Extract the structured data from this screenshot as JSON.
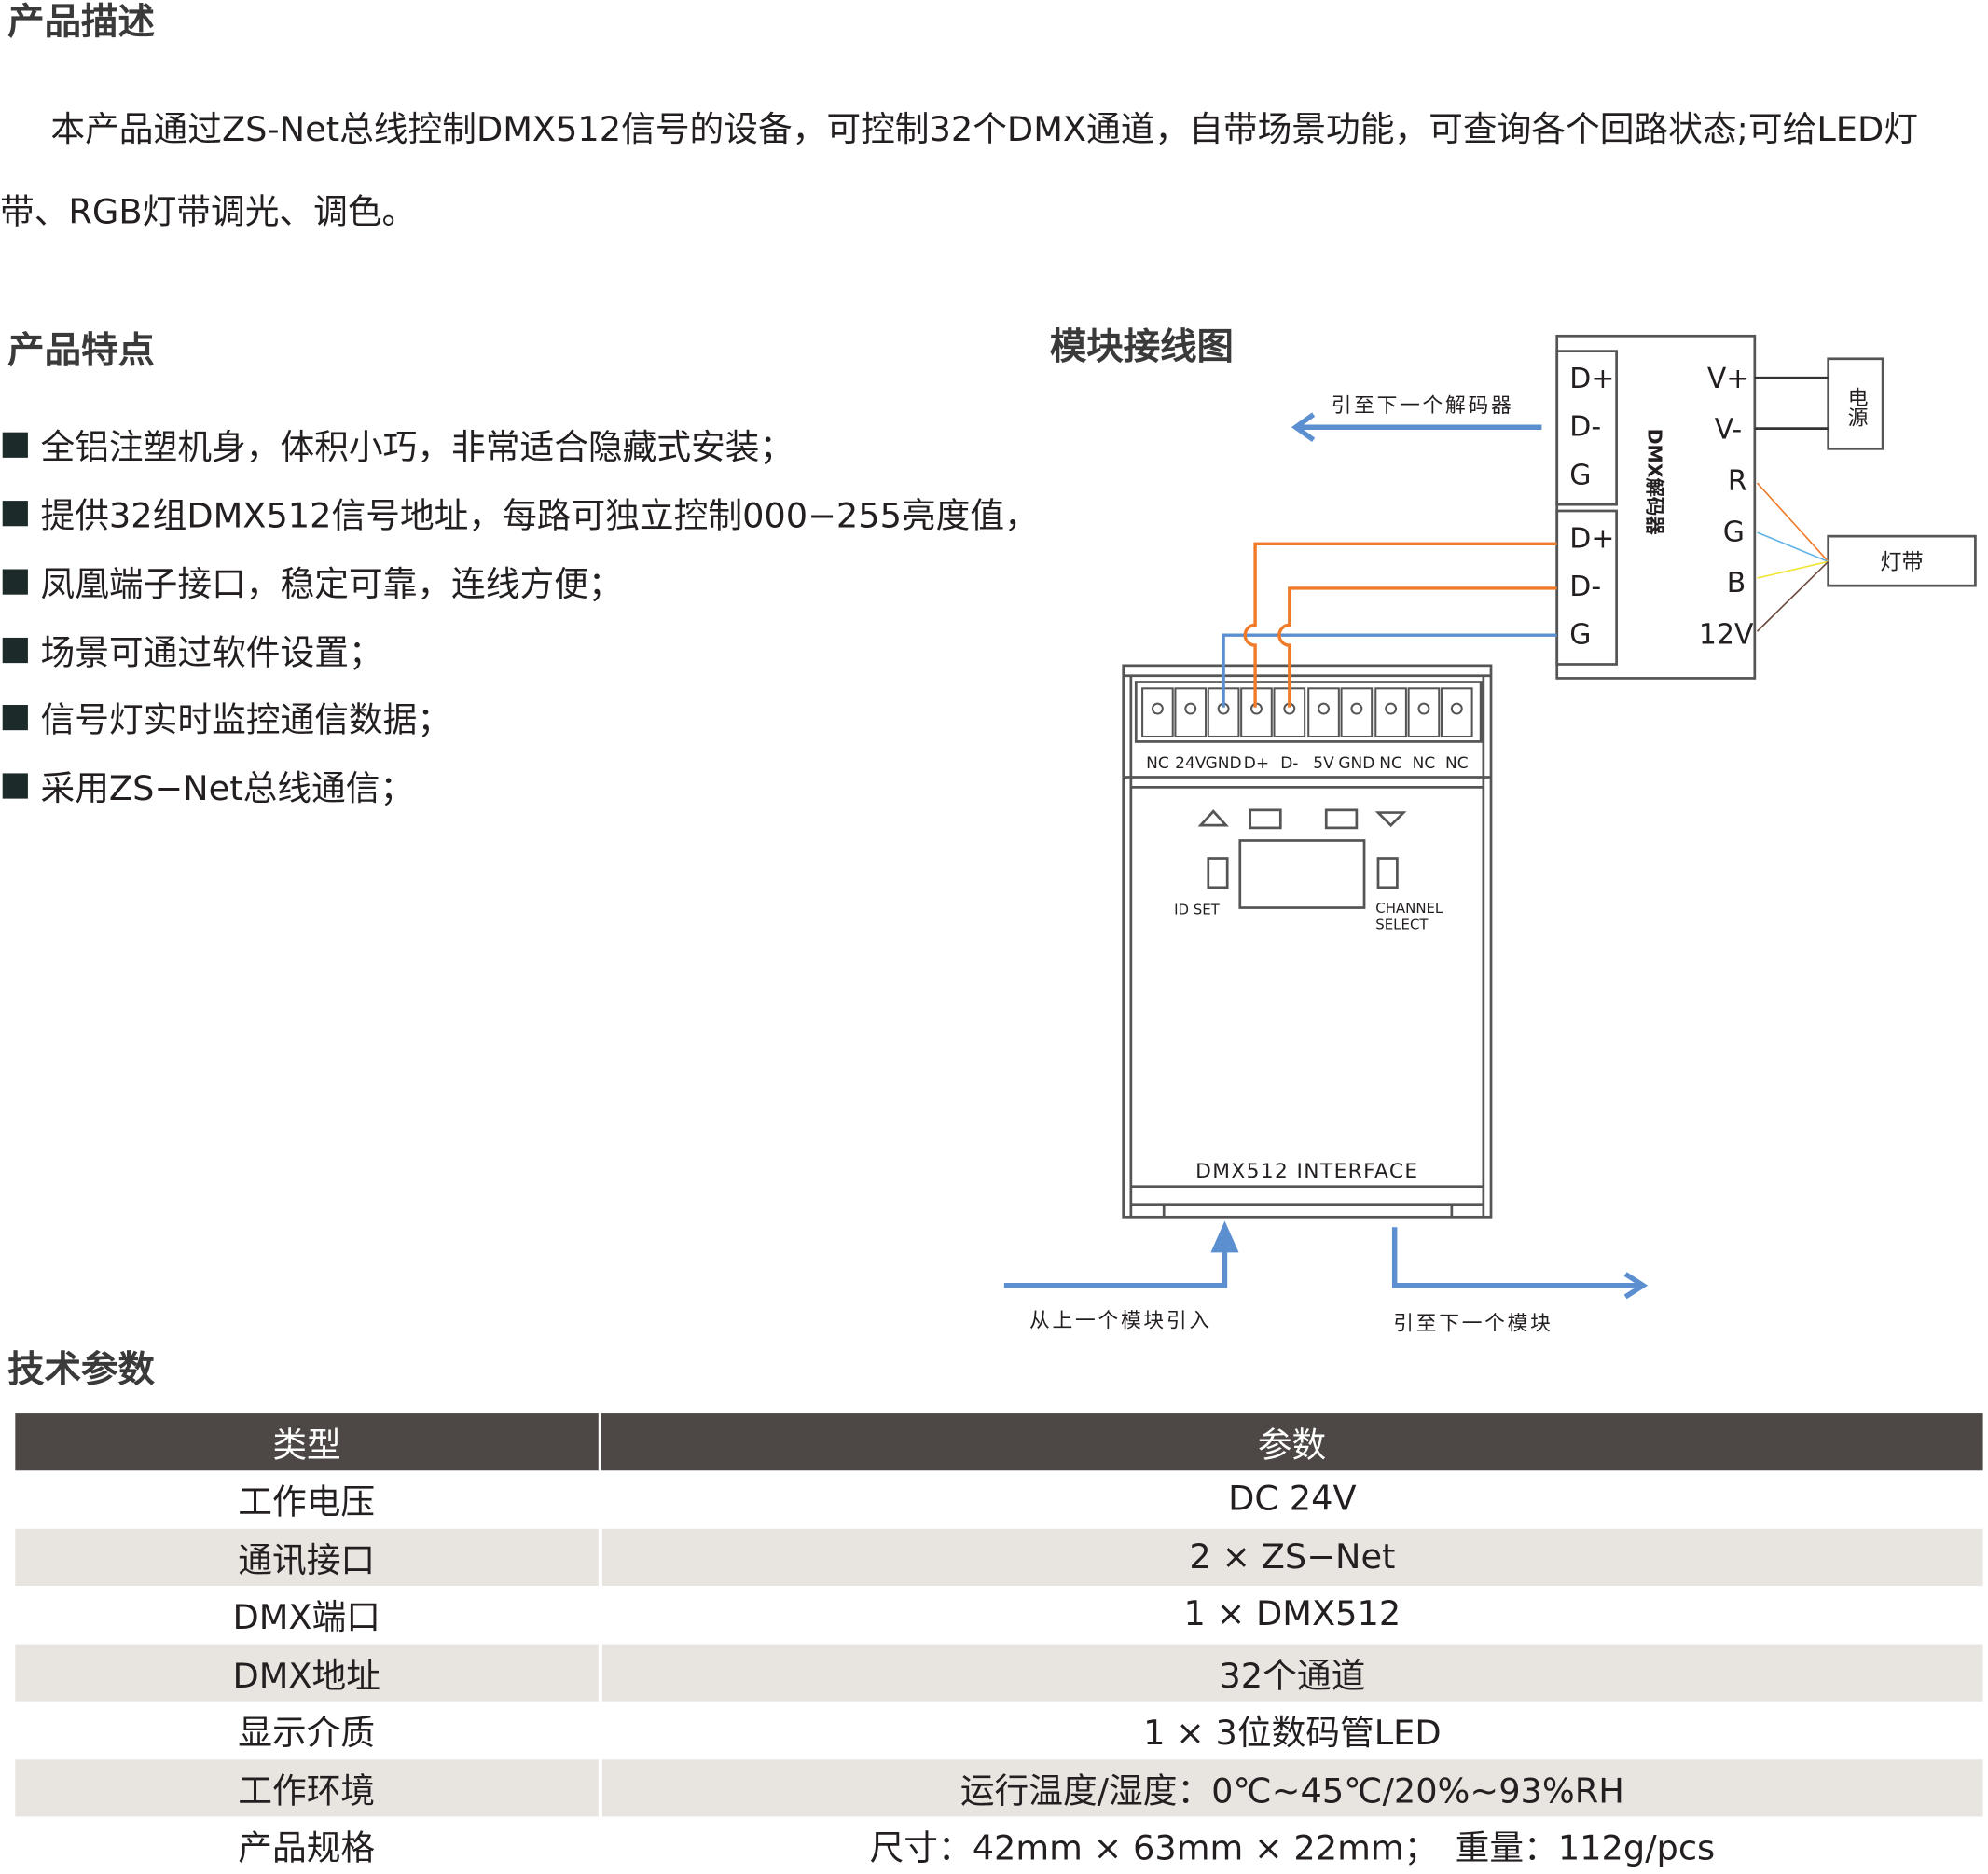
{
  "description": {
    "heading": "产品描述",
    "line1": "本产品通过ZS-Net总线控制DMX512信号的设备，可控制32个DMX通道，自带场景功能，可查询各个回路状态;可给LED灯",
    "line2": "带、RGB灯带调光、调色。"
  },
  "features": {
    "heading": "产品特点",
    "items": [
      "全铝注塑机身，体积小巧，非常适合隐藏式安装；",
      "提供32组DMX512信号地址，每路可独立控制000−255亮度值，",
      "凤凰端子接口，稳定可靠，连线方便；",
      "场景可通过软件设置；",
      "信号灯实时监控通信数据；",
      "采用ZS−Net总线通信；"
    ]
  },
  "diagram": {
    "title": "模块接线图",
    "decoder_label": "DMX解码器",
    "decoder_left_pins": [
      "D+",
      "D-",
      "G",
      "D+",
      "D-",
      "G"
    ],
    "decoder_right_pins": [
      "V+",
      "V-",
      "R",
      "G",
      "B",
      "12V"
    ],
    "power_label": "电源",
    "strip_label": "灯带",
    "to_next_decoder": "引至下一个解码器",
    "terminal_labels": [
      "NC",
      "24V",
      "GND",
      "D+",
      "D-",
      "5V",
      "GND",
      "NC",
      "NC",
      "NC"
    ],
    "id_set": "ID SET",
    "channel_select_1": "CHANNEL",
    "channel_select_2": "SELECT",
    "device_name": "DMX512 INTERFACE",
    "from_prev_module": "从上一个模块引入",
    "to_next_module": "引至下一个模块",
    "colors": {
      "orange": "#f07a28",
      "blue": "#5b8fd0",
      "yellow": "#f2e53a",
      "lightblue": "#5fb2e6",
      "brown": "#6b4a3e"
    }
  },
  "specs": {
    "heading": "技术参数",
    "headers": [
      "类型",
      "参数"
    ],
    "rows": [
      [
        "工作电压",
        "DC 24V"
      ],
      [
        "通讯接口",
        "2 × ZS−Net"
      ],
      [
        "DMX端口",
        "1 × DMX512"
      ],
      [
        "DMX地址",
        "32个通道"
      ],
      [
        "显示介质",
        "1 × 3位数码管LED"
      ],
      [
        "工作环境",
        "运行温度/湿度：0℃~45℃/20%~93%RH"
      ],
      [
        "产品规格",
        "尺寸：42mm × 63mm × 22mm；　重量：112g/pcs"
      ]
    ]
  }
}
